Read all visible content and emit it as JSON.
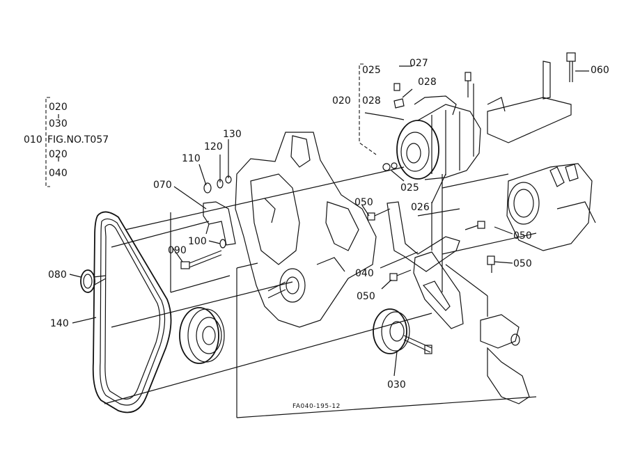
{
  "figure": {
    "code": "FA040-195-12"
  },
  "reference_block": {
    "main_label": "010",
    "fig_label": "FIG.NO.T057",
    "items": [
      "020",
      "030",
      "020",
      "040"
    ]
  },
  "compressor_group": {
    "group_label": "020",
    "items": [
      "025",
      "028"
    ]
  },
  "part_labels": [
    {
      "id": "027",
      "text": "027"
    },
    {
      "id": "028",
      "text": "028"
    },
    {
      "id": "060",
      "text": "060"
    },
    {
      "id": "130",
      "text": "130"
    },
    {
      "id": "120",
      "text": "120"
    },
    {
      "id": "110",
      "text": "110"
    },
    {
      "id": "070",
      "text": "070"
    },
    {
      "id": "025b",
      "text": "025"
    },
    {
      "id": "026",
      "text": "026"
    },
    {
      "id": "050a",
      "text": "050"
    },
    {
      "id": "050b",
      "text": "050"
    },
    {
      "id": "050c",
      "text": "050"
    },
    {
      "id": "050d",
      "text": "050"
    },
    {
      "id": "100",
      "text": "100"
    },
    {
      "id": "090",
      "text": "090"
    },
    {
      "id": "080",
      "text": "080"
    },
    {
      "id": "040",
      "text": "040"
    },
    {
      "id": "140",
      "text": "140"
    },
    {
      "id": "030",
      "text": "030"
    }
  ]
}
